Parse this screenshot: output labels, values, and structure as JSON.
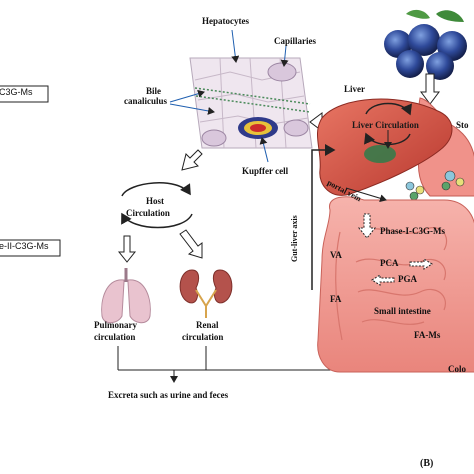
{
  "left_labels": {
    "top": "C3G-Ms",
    "bottom": "e-II-C3G-Ms"
  },
  "liver_cell_panel": {
    "hepatocytes": "Hepatocytes",
    "capillaries": "Capillaries",
    "bile_line1": "Bile",
    "bile_line2": "canaliculus",
    "kupffer": "Kupffer cell"
  },
  "circulation": {
    "host_line1": "Host",
    "host_line2": "Circulation",
    "pulmonary_line1": "Pulmonary",
    "pulmonary_line2": "circulation",
    "renal_line1": "Renal",
    "renal_line2": "circulation",
    "excreta": "Excreta such as urine and feces"
  },
  "gut_panel": {
    "liver": "Liver",
    "liver_circulation": "Liver Circulation",
    "stomach_partial": "Sto",
    "portal_vein": "portal vein",
    "gut_liver_axis": "Gut-liver axis",
    "phase1": "Phase-I-C3G-Ms",
    "va": "VA",
    "pca": "PCA",
    "pga": "PGA",
    "fa": "FA",
    "small_intestine": "Small intestine",
    "fa_ms": "FA-Ms",
    "colon_partial": "Colo"
  },
  "panel_label": "(B)"
}
